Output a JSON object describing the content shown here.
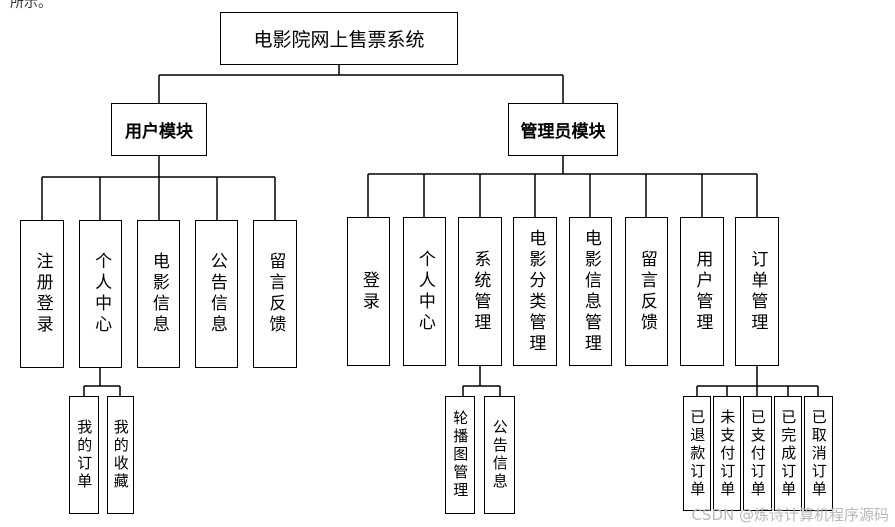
{
  "corner_text": "所示。",
  "root": "电影院网上售票系统",
  "user_module": {
    "title": "用户模块",
    "items": [
      "注册登录",
      "个人中心",
      "电影信息",
      "公告信息",
      "留言反馈"
    ],
    "personal_center_children": [
      "我的订单",
      "我的收藏"
    ]
  },
  "admin_module": {
    "title": "管理员模块",
    "items": [
      "登录",
      "个人中心",
      "系统管理",
      "电影分类管理",
      "电影信息管理",
      "留言反馈",
      "用户管理",
      "订单管理"
    ],
    "system_children": [
      "轮播图管理",
      "公告信息"
    ],
    "order_children": [
      "已退款订单",
      "未支付订单",
      "已支付订单",
      "已完成订单",
      "已取消订单"
    ]
  },
  "watermark": "CSDN @炼诗计算机程序源码"
}
